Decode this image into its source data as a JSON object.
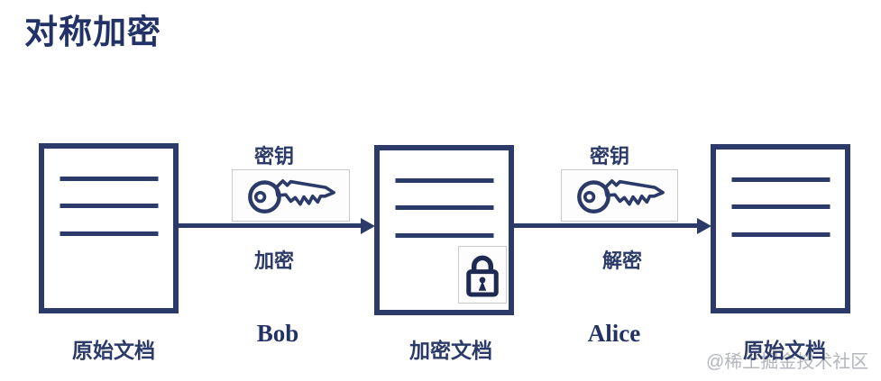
{
  "title": "对称加密",
  "colors": {
    "navy": "#2b3a68",
    "title_color": "#233266",
    "icon_box_border": "#c9c9c9",
    "icon_box_bg": "#fdfdfd",
    "watermark_color": "#b3b6bd",
    "background": "#ffffff"
  },
  "documents": [
    {
      "label": "原始文档",
      "lines": 3,
      "has_lock": false
    },
    {
      "label": "加密文档",
      "lines": 3,
      "has_lock": true
    },
    {
      "label": "原始文档",
      "lines": 3,
      "has_lock": false
    }
  ],
  "steps": [
    {
      "key_label": "密钥",
      "action_label": "加密",
      "actor": "Bob",
      "icon": "key-icon"
    },
    {
      "key_label": "密钥",
      "action_label": "解密",
      "actor": "Alice",
      "icon": "key-icon"
    }
  ],
  "watermark": "@稀土掘金技术社区"
}
